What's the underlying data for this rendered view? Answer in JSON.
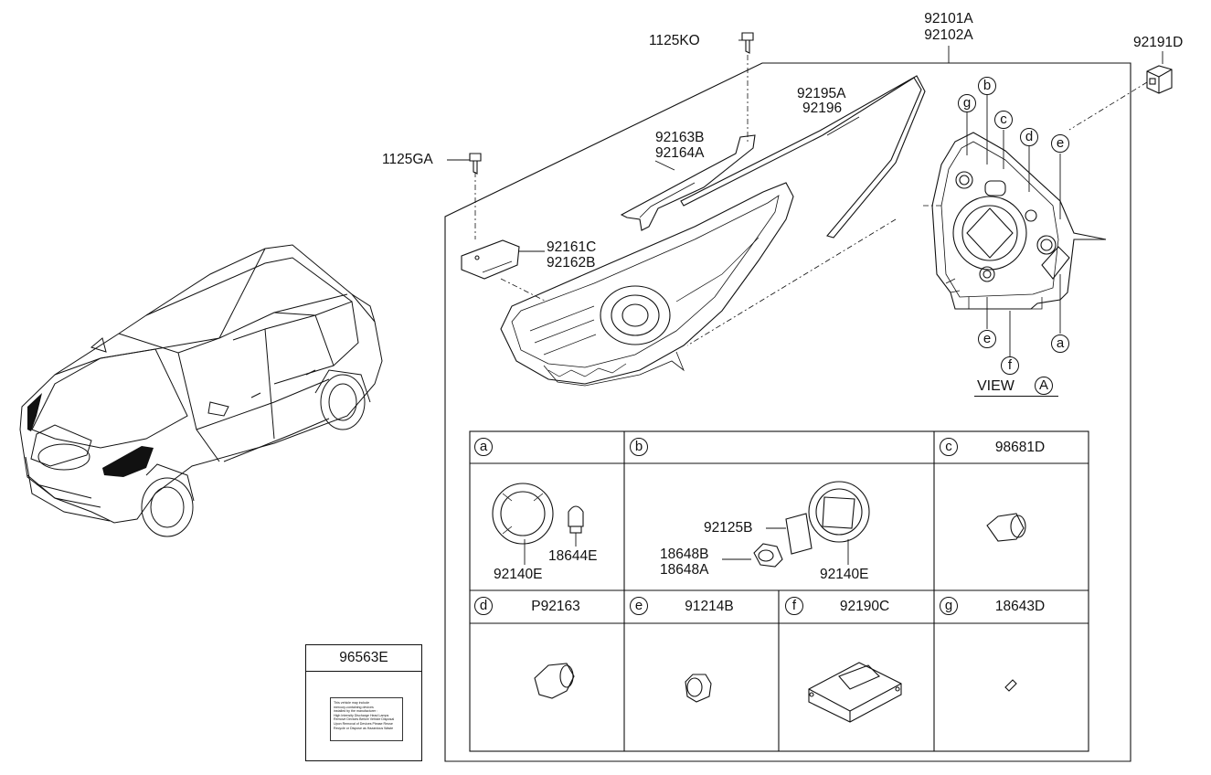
{
  "diagram": {
    "parts": {
      "bolt_top": "1125KO",
      "bolt_left": "1125GA",
      "headlamp_assy": [
        "92101A",
        "92102A"
      ],
      "connector": "92191D",
      "seal": [
        "92195A",
        "92196"
      ],
      "bracket_upper": [
        "92163B",
        "92164A"
      ],
      "bracket_lower": [
        "92161C",
        "92162B"
      ],
      "label": "96563E"
    },
    "view": {
      "text": "VIEW",
      "marker": "A",
      "callouts": [
        "a",
        "b",
        "c",
        "d",
        "e",
        "f",
        "g"
      ]
    },
    "table": {
      "a": {
        "letter": "a",
        "part": "",
        "items": [
          "92140E",
          "18644E"
        ]
      },
      "b": {
        "letter": "b",
        "part": "",
        "items": [
          "92125B",
          "18648B",
          "18648A",
          "92140E"
        ]
      },
      "c": {
        "letter": "c",
        "part": "98681D"
      },
      "d": {
        "letter": "d",
        "part": "P92163"
      },
      "e": {
        "letter": "e",
        "part": "91214B"
      },
      "f": {
        "letter": "f",
        "part": "92190C"
      },
      "g": {
        "letter": "g",
        "part": "18643D"
      }
    },
    "label_card": {
      "part": "96563E",
      "lines": [
        "This vehicle may include",
        "mercury-containing devices",
        "installed by the manufacturer :",
        "High Intensity Discharge Head Lamps",
        "Remove Devices Before Vehicle Disposal",
        "Upon Removal of Devices Please Reuse",
        "Recycle or Dispose as Hazardous Waste"
      ]
    }
  }
}
